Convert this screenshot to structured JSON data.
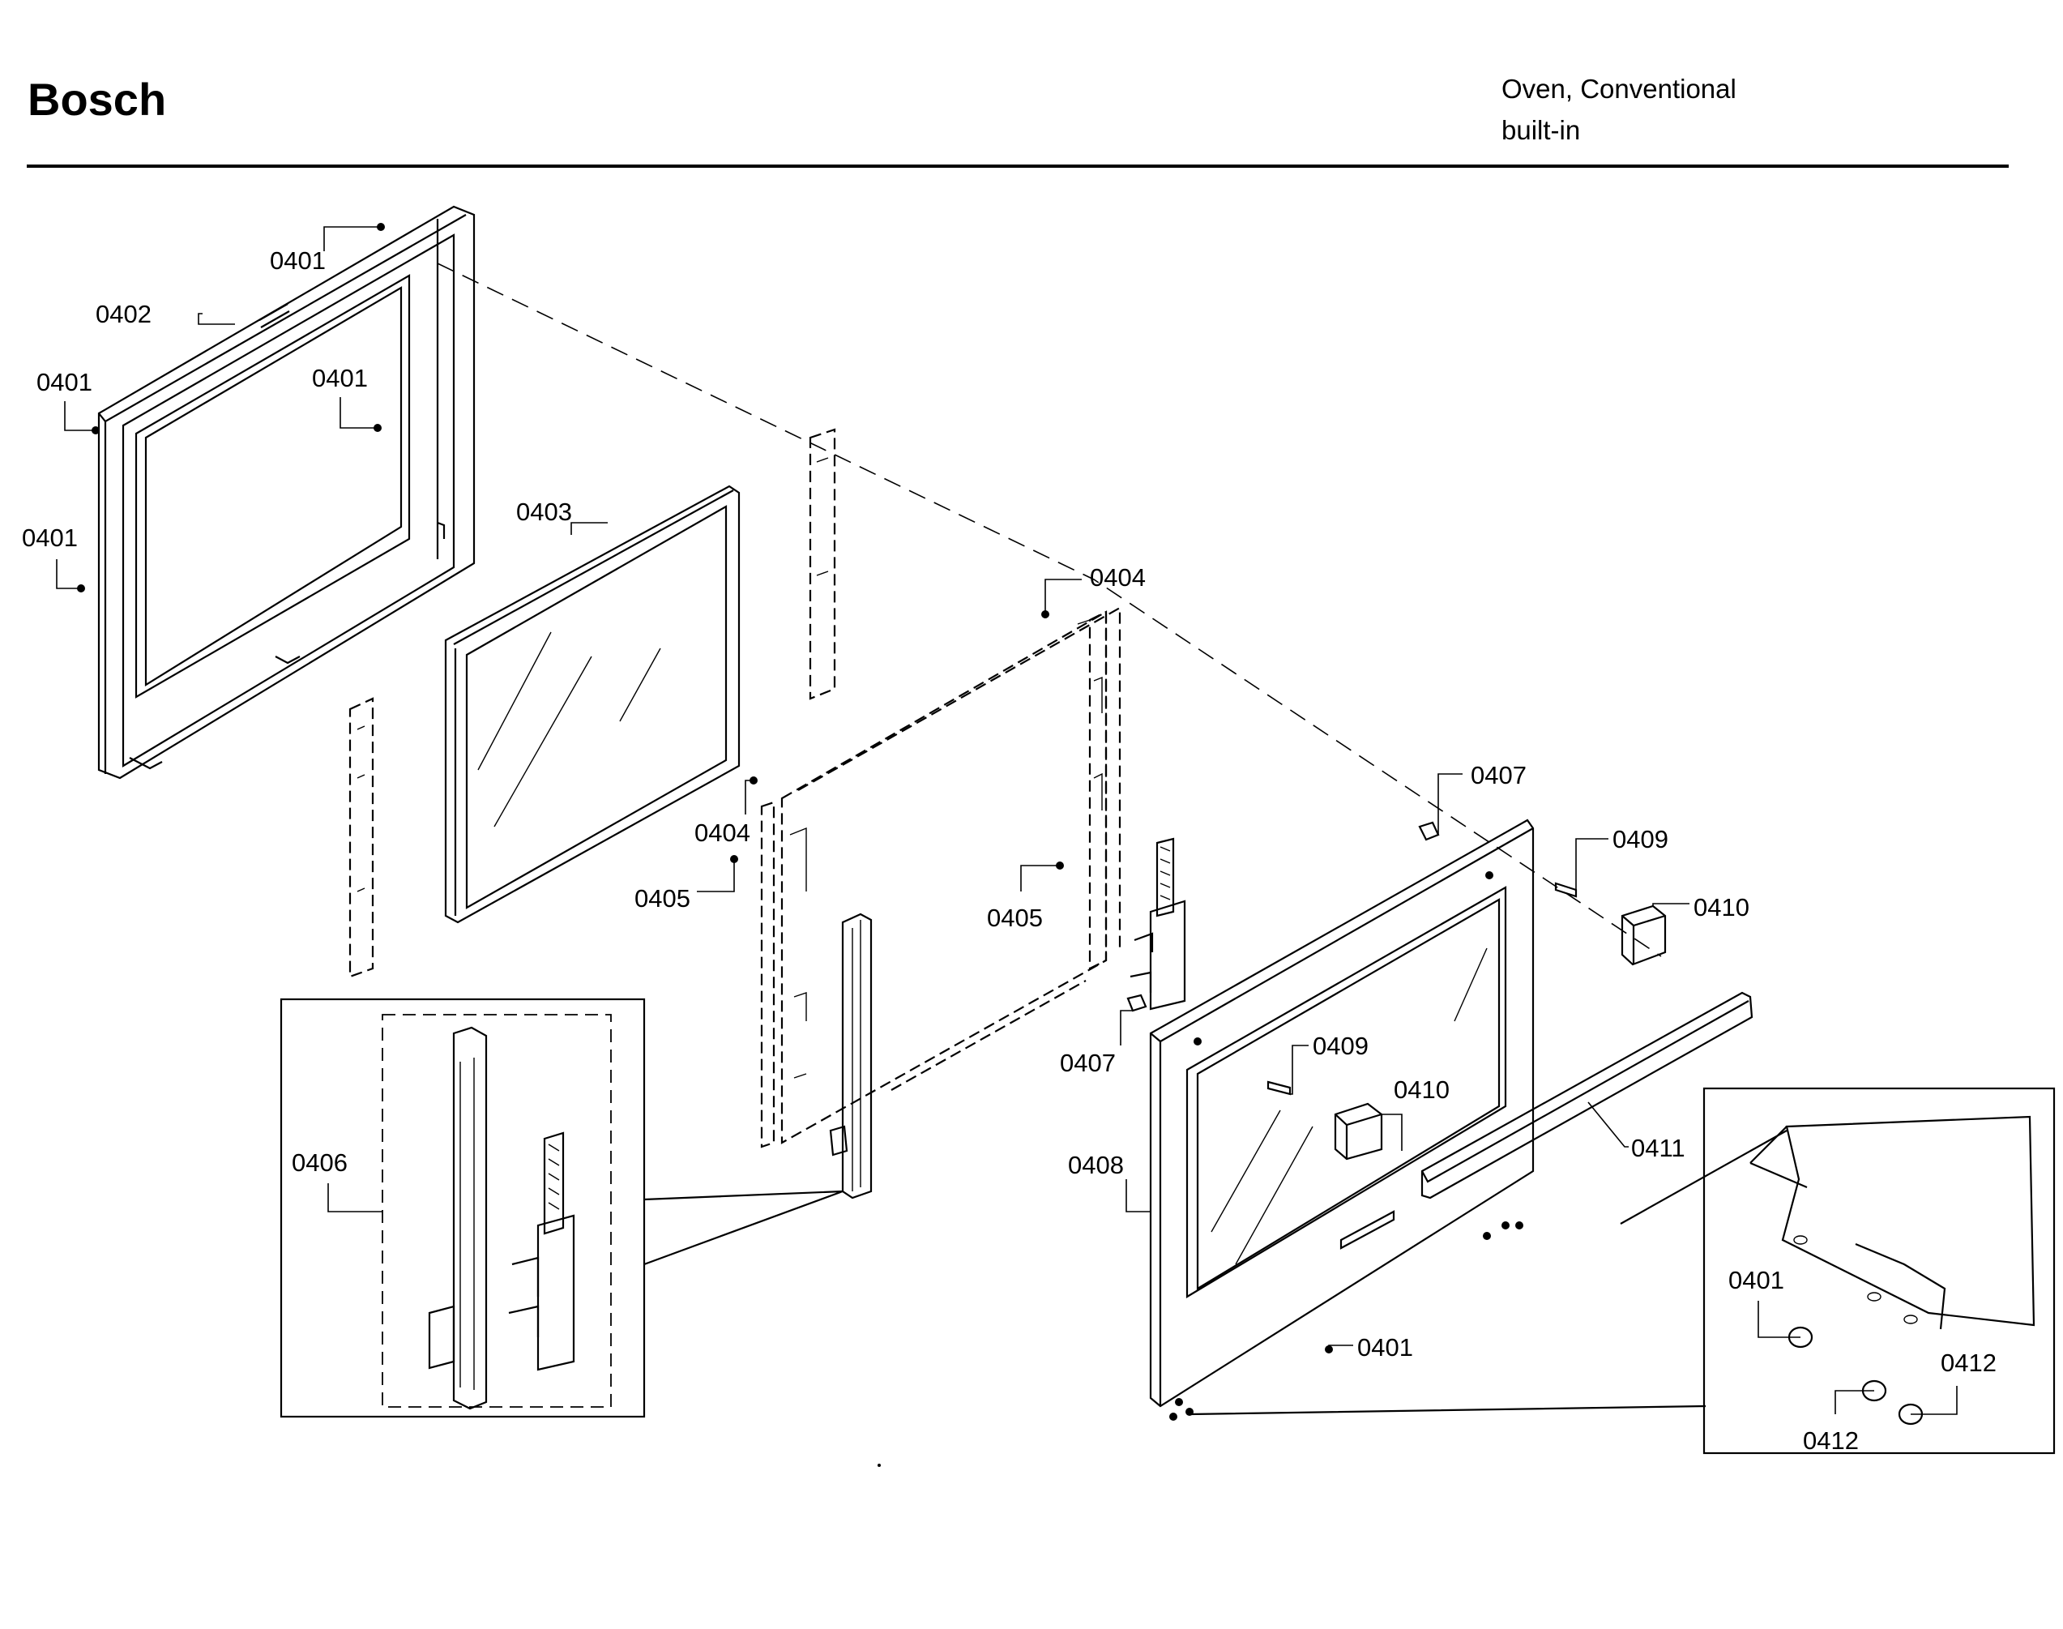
{
  "header": {
    "brand": "Bosch",
    "model_line1": "Oven, Conventional",
    "model_line2": "built-in"
  },
  "callouts": [
    {
      "id": "c01",
      "label": "0401"
    },
    {
      "id": "c02",
      "label": "0402"
    },
    {
      "id": "c03",
      "label": "0401"
    },
    {
      "id": "c04",
      "label": "0401"
    },
    {
      "id": "c05",
      "label": "0401"
    },
    {
      "id": "c06",
      "label": "0403"
    },
    {
      "id": "c07",
      "label": "0404"
    },
    {
      "id": "c08",
      "label": "0404"
    },
    {
      "id": "c09",
      "label": "0405"
    },
    {
      "id": "c10",
      "label": "0405"
    },
    {
      "id": "c11",
      "label": "0407"
    },
    {
      "id": "c12",
      "label": "0407"
    },
    {
      "id": "c13",
      "label": "0409"
    },
    {
      "id": "c14",
      "label": "0410"
    },
    {
      "id": "c15",
      "label": "0409"
    },
    {
      "id": "c16",
      "label": "0410"
    },
    {
      "id": "c17",
      "label": "0408"
    },
    {
      "id": "c18",
      "label": "0411"
    },
    {
      "id": "c19",
      "label": "0401"
    },
    {
      "id": "c20",
      "label": "0406"
    },
    {
      "id": "c21",
      "label": "0401"
    },
    {
      "id": "c22",
      "label": "0412"
    },
    {
      "id": "c23",
      "label": "0412"
    }
  ]
}
